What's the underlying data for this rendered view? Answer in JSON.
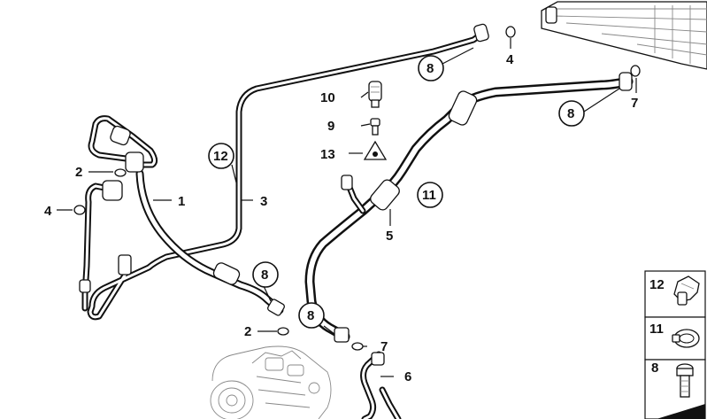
{
  "callouts": {
    "c1": "1",
    "c2a": "2",
    "c2b": "2",
    "c3": "3",
    "c4a": "4",
    "c4b": "4",
    "c5": "5",
    "c6": "6",
    "c7a": "7",
    "c7b": "7",
    "c8a": "8",
    "c8b": "8",
    "c8c": "8",
    "c8d": "8",
    "c9": "9",
    "c10": "10",
    "c11": "11",
    "c12": "12",
    "c13": "13"
  },
  "legend": {
    "items": [
      {
        "number": "12"
      },
      {
        "number": "11"
      },
      {
        "number": "8"
      }
    ]
  }
}
